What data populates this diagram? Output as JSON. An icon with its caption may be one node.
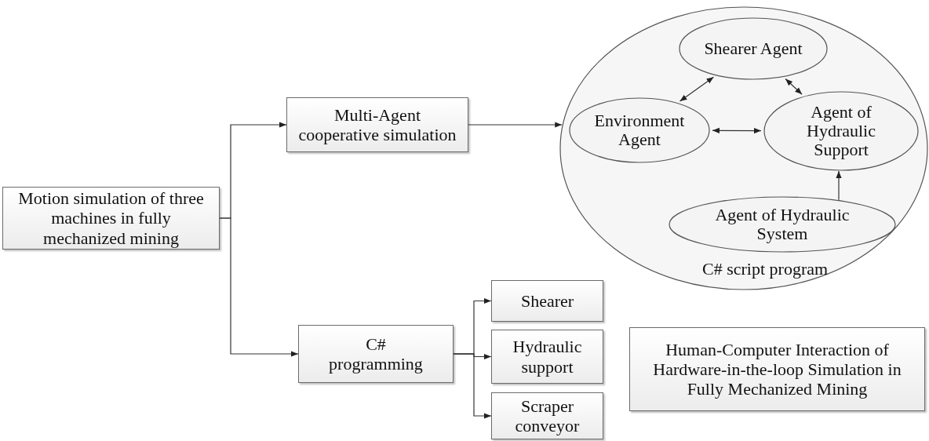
{
  "diagram": {
    "nodes": [
      {
        "text": [
          "Motion simulation of three machines in fully mechanized mining"
        ]
      },
      {
        "text": [
          "Multi-Agent cooperative simulation"
        ]
      },
      {
        "text": [
          "C# script program"
        ]
      },
      {
        "text": [
          "Shearer Agent"
        ],
        "in": 2
      },
      {
        "text": [
          "Environment Agent"
        ],
        "in": 2
      },
      {
        "text": [
          "Agent of Hydraulic Support"
        ],
        "in": 2
      },
      {
        "text": [
          "Agent of Hydraulic System"
        ],
        "in": 2
      },
      {
        "text": [
          "C# programming"
        ]
      },
      {
        "text": [
          "Shearer"
        ]
      },
      {
        "text": [
          "Hydraulic support"
        ]
      },
      {
        "text": [
          "Scraper conveyor"
        ]
      },
      {
        "text": [
          "Human-Computer Interaction of Hardware-in-the-loop Simulation in Fully Mechanized Mining"
        ]
      }
    ],
    "edges": [
      {
        "from": 0,
        "to": 1,
        "arrow": "to"
      },
      {
        "from": 0,
        "to": 7,
        "arrow": "to"
      },
      {
        "from": 1,
        "to": 2,
        "arrow": "to"
      },
      {
        "from": 4,
        "to": 3,
        "arrow": "both"
      },
      {
        "from": 3,
        "to": 5,
        "arrow": "both"
      },
      {
        "from": 4,
        "to": 5,
        "arrow": "both"
      },
      {
        "from": 6,
        "to": 5,
        "arrow": "to"
      },
      {
        "from": 7,
        "to": 8,
        "arrow": "to"
      },
      {
        "from": 7,
        "to": 9,
        "arrow": "to"
      },
      {
        "from": 7,
        "to": 10,
        "arrow": "to"
      }
    ]
  }
}
